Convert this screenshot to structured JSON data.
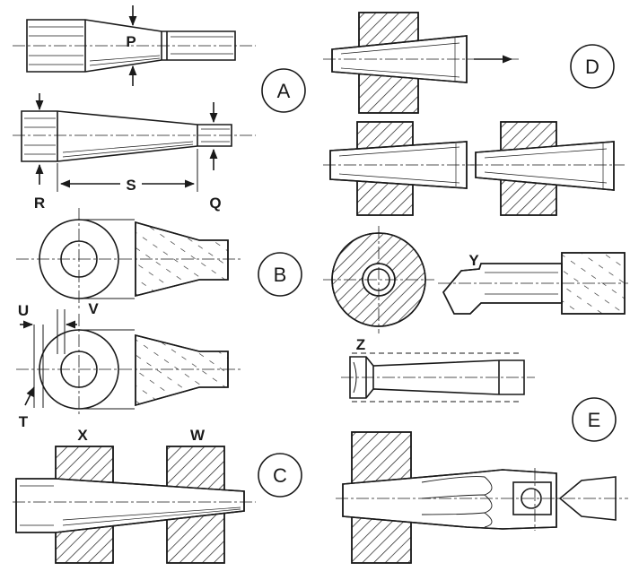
{
  "figure": {
    "panel_labels": {
      "a": "A",
      "b": "B",
      "c": "C",
      "d": "D",
      "e": "E"
    },
    "dimension_labels": {
      "p": "P",
      "q": "Q",
      "r": "R",
      "s": "S",
      "t": "T",
      "u": "U",
      "v": "V",
      "w": "W",
      "x": "X",
      "y": "Y",
      "z": "Z"
    },
    "colors": {
      "ink": "#1a1a1a",
      "paper": "#ffffff"
    }
  }
}
